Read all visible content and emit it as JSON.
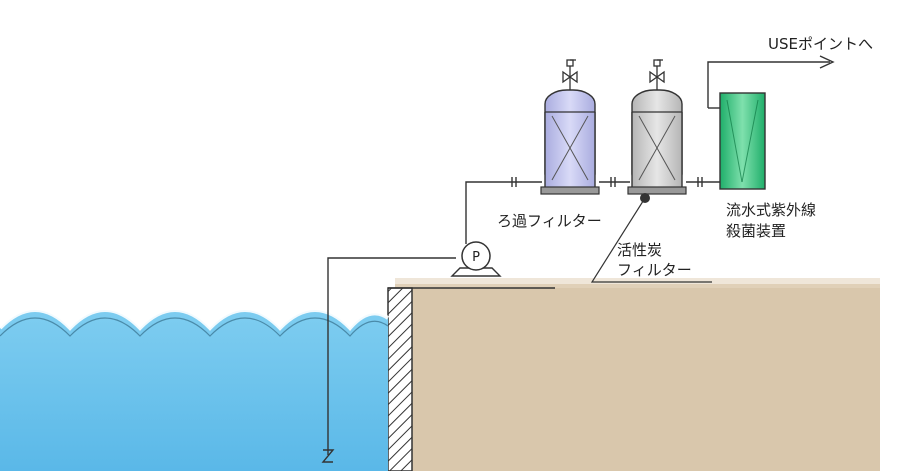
{
  "labels": {
    "use_point": "USEポイントへ",
    "filtration_filter": "ろ過フィルター",
    "carbon_filter_line1": "活性炭",
    "carbon_filter_line2": "フィルター",
    "uv_line1": "流水式紫外線",
    "uv_line2": "殺菌装置",
    "pump": "P"
  },
  "colors": {
    "water": "#8fd3f0",
    "ground": "#d9c7ac",
    "filtration_tank": "#c4c6ee",
    "carbon_tank": "#d3d3d3",
    "uv_unit": "#3cc47d",
    "line": "#333333"
  },
  "icons": {
    "valve": "valve-icon",
    "pump": "pump-icon",
    "arrow": "arrow-right-icon"
  }
}
